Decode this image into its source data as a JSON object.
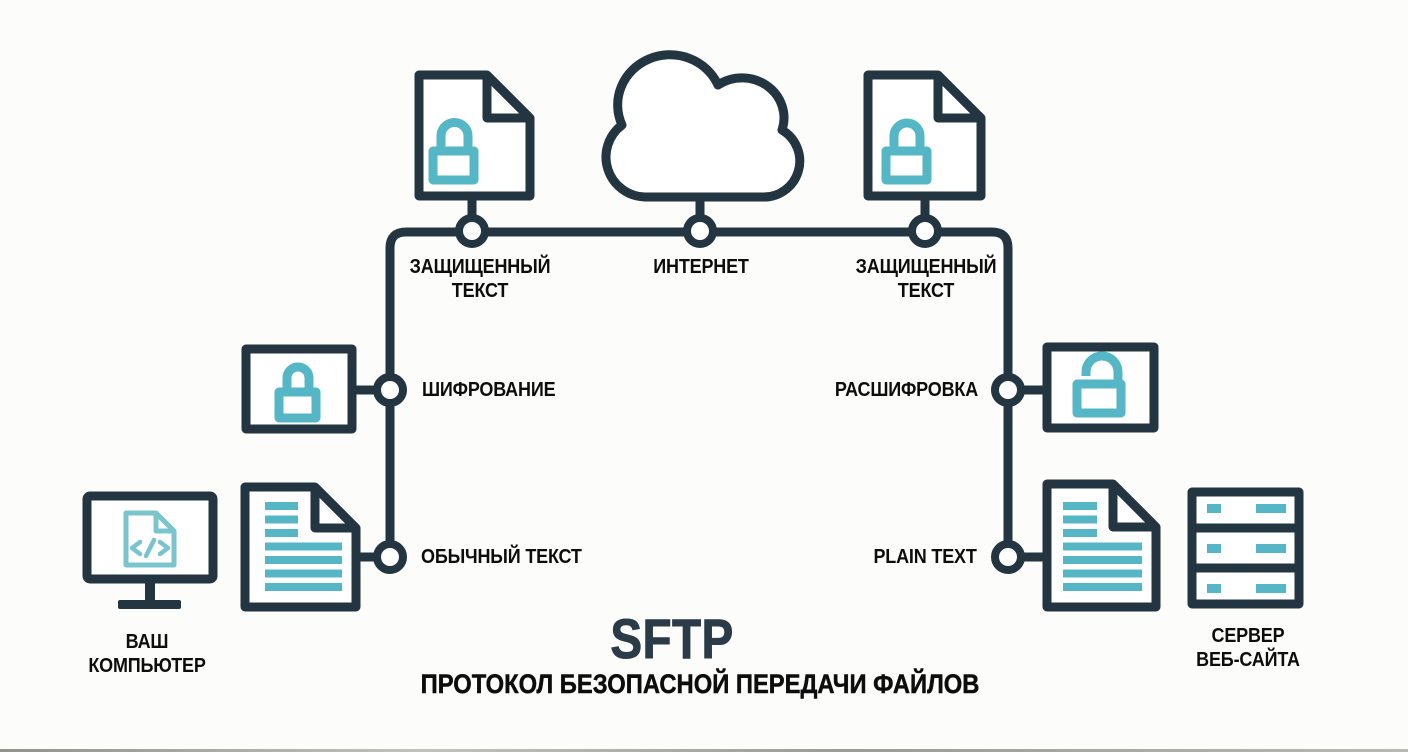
{
  "title": {
    "text": "SFTP",
    "subtitle": "ПРОТОКОЛ БЕЗОПАСНОЙ ПЕРЕДАЧИ ФАЙЛОВ"
  },
  "colors": {
    "dark": "#233540",
    "teal": "#55b6c5",
    "teal_light": "#7ac4cd",
    "text": "#0d0d0d",
    "title": "#2b3b47",
    "background": "#fcfcfa"
  },
  "nodes": {
    "secure_text_left": {
      "label": "ЗАЩИЩЕННЫЙ\nТЕКСТ",
      "icon": "locked-file-icon"
    },
    "internet": {
      "label": "ИНТЕРНЕТ",
      "icon": "cloud-icon"
    },
    "secure_text_right": {
      "label": "ЗАЩИЩЕННЫЙ\nТЕКСТ",
      "icon": "locked-file-icon"
    },
    "encryption": {
      "label": "ШИФРОВАНИЕ",
      "icon": "closed-padlock-icon"
    },
    "decryption": {
      "label": "РАСШИФРОВКА",
      "icon": "open-padlock-icon"
    },
    "plain_text_source": {
      "label": "ОБЫЧНЫЙ ТЕКСТ",
      "icon": "text-document-icon"
    },
    "plain_text_dest": {
      "label": "PLAIN TEXT",
      "icon": "text-document-icon"
    },
    "your_computer": {
      "label": "ВАШ\nКОМПЬЮТЕР",
      "icon": "computer-monitor-icon"
    },
    "web_server": {
      "label": "СЕРВЕР\nВЕБ-САЙТА",
      "icon": "server-rack-icon"
    }
  }
}
